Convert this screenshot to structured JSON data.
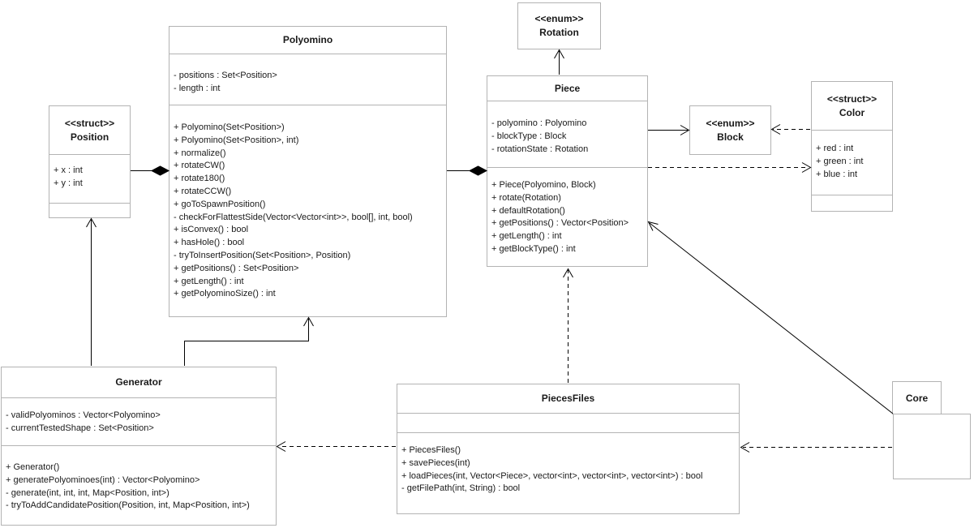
{
  "diagram": {
    "kind": "uml-class-diagram",
    "classes": {
      "polyomino": {
        "stereotype": "",
        "name": "Polyomino",
        "attributes": [
          "- positions : Set<Position>",
          "- length : int"
        ],
        "methods": [
          "+ Polyomino(Set<Position>)",
          "+ Polyomino(Set<Position>, int)",
          "+ normalize()",
          "+ rotateCW()",
          "+ rotate180()",
          "+ rotateCCW()",
          "+ goToSpawnPosition()",
          "- checkForFlattestSide(Vector<Vector<int>>, bool[], int, bool)",
          "+ isConvex() : bool",
          "+ hasHole() : bool",
          "- tryToInsertPosition(Set<Position>, Position)",
          "+ getPositions() : Set<Position>",
          "+ getLength() : int",
          "+ getPolyominoSize() : int"
        ]
      },
      "position": {
        "stereotype": "<<struct>>",
        "name": "Position",
        "attributes": [
          "+ x : int",
          "+ y : int"
        ],
        "methods": []
      },
      "rotation": {
        "stereotype": "<<enum>>",
        "name": "Rotation"
      },
      "piece": {
        "stereotype": "",
        "name": "Piece",
        "attributes": [
          "- polyomino : Polyomino",
          "- blockType : Block",
          "- rotationState : Rotation"
        ],
        "methods": [
          "+ Piece(Polyomino, Block)",
          "+ rotate(Rotation)",
          "+ defaultRotation()",
          "+ getPositions() : Vector<Position>",
          "+ getLength() : int",
          "+ getBlockType() : int"
        ]
      },
      "block": {
        "stereotype": "<<enum>>",
        "name": "Block"
      },
      "color": {
        "stereotype": "<<struct>>",
        "name": "Color",
        "attributes": [
          "+ red : int",
          "+ green : int",
          "+ blue : int"
        ],
        "methods": []
      },
      "generator": {
        "stereotype": "",
        "name": "Generator",
        "attributes": [
          "- validPolyominos : Vector<Polyomino>",
          "- currentTestedShape : Set<Position>"
        ],
        "methods": [
          "+ Generator()",
          "+ generatePolyominoes(int) : Vector<Polyomino>",
          "- generate(int, int, int, Map<Position, int>)",
          "- tryToAddCandidatePosition(Position, int, Map<Position, int>)"
        ]
      },
      "piecesfiles": {
        "stereotype": "",
        "name": "PiecesFiles",
        "attributes": [],
        "methods": [
          "+ PiecesFiles()",
          "+ savePieces(int)",
          "+ loadPieces(int, Vector<Piece>, vector<int>, vector<int>, vector<int>) : bool",
          "- getFilePath(int, String) : bool"
        ]
      },
      "core": {
        "stereotype": "",
        "name": "Core"
      }
    },
    "relationships": [
      {
        "from": "Polyomino",
        "to": "Position",
        "type": "composition"
      },
      {
        "from": "Piece",
        "to": "Polyomino",
        "type": "composition"
      },
      {
        "from": "Piece",
        "to": "Rotation",
        "type": "association-arrow"
      },
      {
        "from": "Piece",
        "to": "Block",
        "type": "association-arrow"
      },
      {
        "from": "Color",
        "to": "Block",
        "type": "dependency-dashed"
      },
      {
        "from": "Piece",
        "to": "Color",
        "type": "dependency-dashed"
      },
      {
        "from": "Generator",
        "to": "Position",
        "type": "association-arrow"
      },
      {
        "from": "Generator",
        "to": "Polyomino",
        "type": "association-arrow"
      },
      {
        "from": "PiecesFiles",
        "to": "Piece",
        "type": "dependency-dashed"
      },
      {
        "from": "PiecesFiles",
        "to": "Generator",
        "type": "dependency-dashed"
      },
      {
        "from": "Core",
        "to": "Piece",
        "type": "association-arrow"
      },
      {
        "from": "Core",
        "to": "PiecesFiles",
        "type": "dependency-dashed"
      }
    ],
    "colors": {
      "background": "#ffffff",
      "box_border": "#b3b3b3",
      "line": "#000000",
      "text": "#1a1a1a"
    }
  }
}
